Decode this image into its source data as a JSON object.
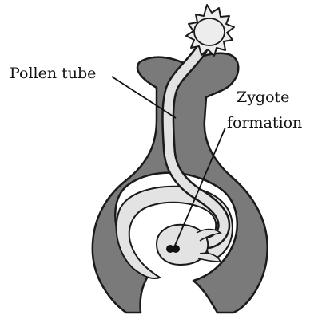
{
  "labels": {
    "pollen_tube": "Pollen tube",
    "zygote_line1": "Zygote",
    "zygote_line2": "formation"
  },
  "colors": {
    "ovary_fill": "#7a7a7a",
    "ovary_outline": "#1a1a1a",
    "tube_fill": "#e3e3e3",
    "pollen_grain": "#ededed",
    "nucleus": "#111111",
    "background": "#ffffff"
  }
}
